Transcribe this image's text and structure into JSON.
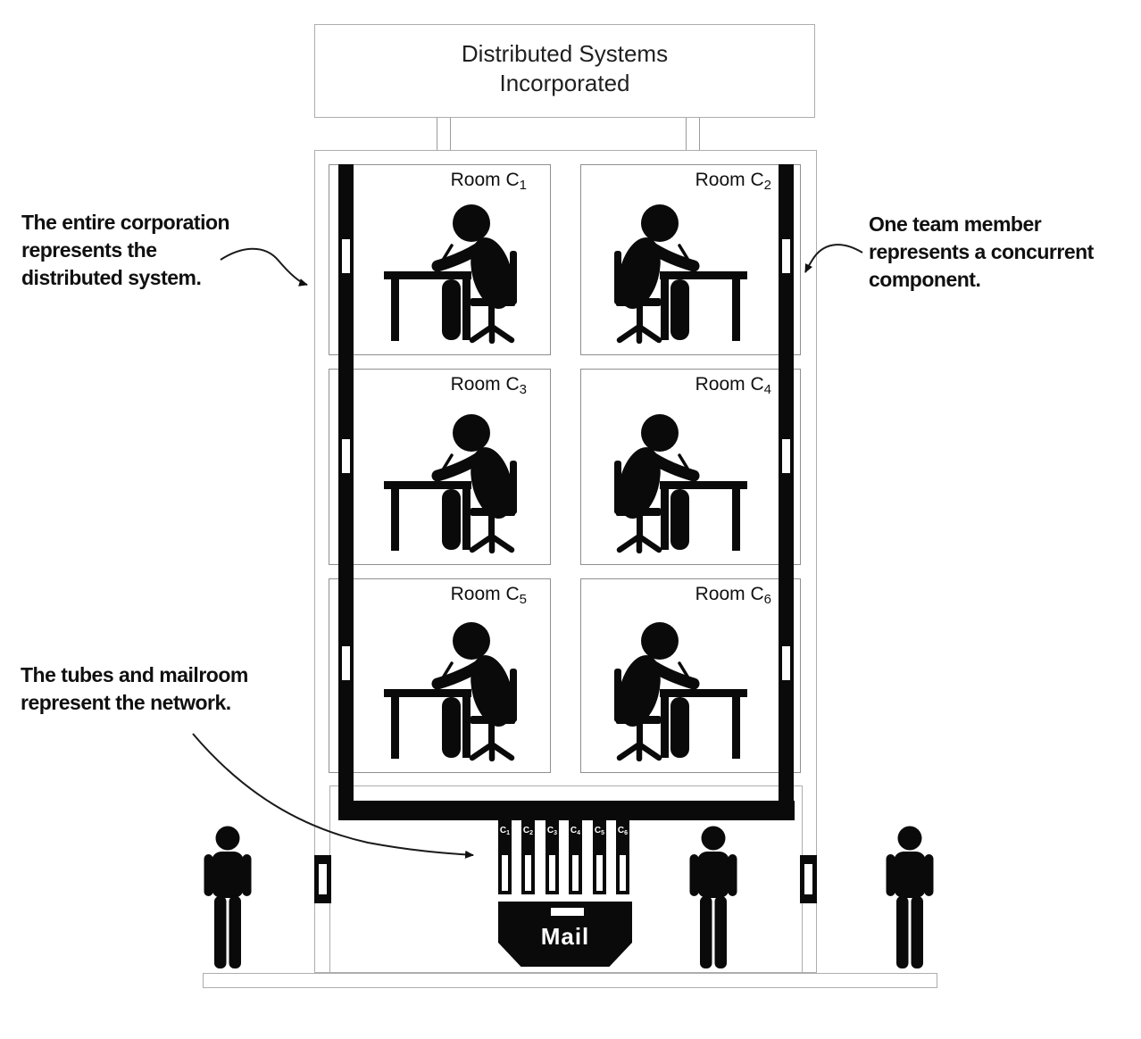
{
  "sign": {
    "line1": "Distributed Systems",
    "line2": "Incorporated"
  },
  "rooms": [
    {
      "name": "Room C",
      "sub": "1"
    },
    {
      "name": "Room C",
      "sub": "2"
    },
    {
      "name": "Room C",
      "sub": "3"
    },
    {
      "name": "Room C",
      "sub": "4"
    },
    {
      "name": "Room C",
      "sub": "5"
    },
    {
      "name": "Room C",
      "sub": "6"
    }
  ],
  "annotations": {
    "corporation": {
      "line1": "The entire corporation",
      "line2": "represents the",
      "line3": "distributed system."
    },
    "component": {
      "line1": "One team member",
      "line2": "represents a concurrent",
      "line3": "component."
    },
    "network": {
      "line1": "The tubes and mailroom",
      "line2": "represent the network."
    }
  },
  "mailroom": {
    "label": "Mail",
    "tubes": [
      {
        "name": "C",
        "sub": "1"
      },
      {
        "name": "C",
        "sub": "2"
      },
      {
        "name": "C",
        "sub": "3"
      },
      {
        "name": "C",
        "sub": "4"
      },
      {
        "name": "C",
        "sub": "5"
      },
      {
        "name": "C",
        "sub": "6"
      }
    ]
  },
  "colors": {
    "ink": "#0a0a0a",
    "outline_gray": "#adadad",
    "room_gray": "#8f8f8f",
    "background": "#ffffff"
  }
}
